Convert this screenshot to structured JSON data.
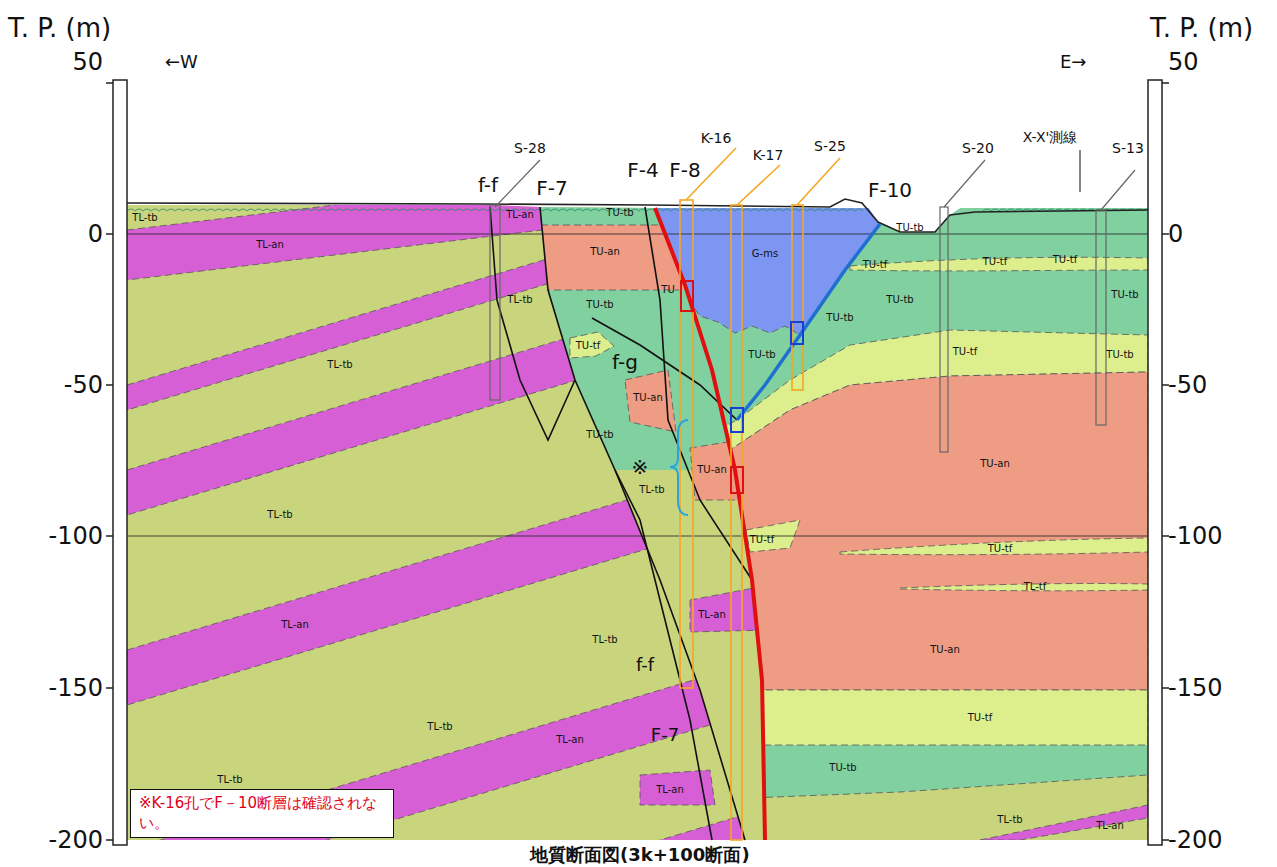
{
  "diagram": {
    "caption": "地質断面図(3k+100断面)",
    "nodes": [
      {
        "text": [
          "※K-16孔でF－10断層は確認されない。"
        ]
      }
    ],
    "labels": [
      "T. P. (m)",
      "T. P. (m)",
      "50",
      "0",
      "-50",
      "-100",
      "-150",
      "-200",
      "50",
      "0",
      "-50",
      "-100",
      "-150",
      "-200",
      "←W",
      "E→",
      "S-28",
      "K-16",
      "K-17",
      "S-25",
      "S-20",
      "X-X'測線",
      "S-13",
      "f-f",
      "F-7",
      "F-4",
      "F-8",
      "F-10",
      "f-g",
      "f-f",
      "F-7",
      "※",
      "TL-tb",
      "TL-an",
      "TL-an",
      "TL-tb",
      "TL-tb",
      "TL-tb",
      "TL-an",
      "TL-tb",
      "TL-an",
      "TL-tb",
      "TU-tb",
      "TU-an",
      "TU",
      "TU-tb",
      "TU-tf",
      "TU-tb",
      "TU-an",
      "TU-an",
      "G-ms",
      "TU-tb",
      "TU-tb",
      "TU-tf",
      "TU-tf",
      "TU-tf",
      "TU-tb",
      "TU-tb",
      "TU-tb",
      "TU-tf",
      "TU-tb",
      "TU-an",
      "TU-tf",
      "TU-tf",
      "TL-tf",
      "TU-an",
      "TU-tf",
      "TU-tb",
      "TL-tb",
      "TL-an",
      "TL-an",
      "TL-tb",
      "TL-an",
      "TL-tb"
    ]
  }
}
